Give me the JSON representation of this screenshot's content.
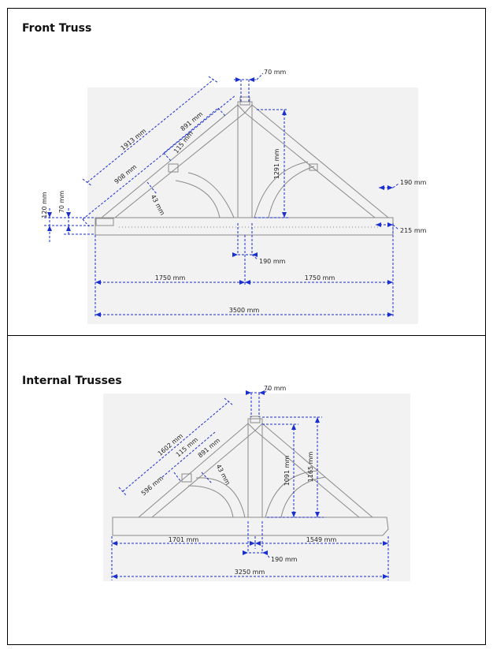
{
  "colors": {
    "dimension": "#1a2fd0",
    "timber": "#8a8a8a",
    "background_shade": "#f2f2f2",
    "text": "#222222"
  },
  "front": {
    "title": "Front Truss",
    "dims": {
      "d70": "70 mm",
      "d1913": "1913 mm",
      "d891": "891 mm",
      "d115": "115 mm",
      "d908": "908 mm",
      "d43": "43 mm",
      "d1291": "1291 mm",
      "d120": "120 mm",
      "d70l": "70 mm",
      "d190r": "190 mm",
      "d215": "215 mm",
      "d190b": "190 mm",
      "d1750l": "1750 mm",
      "d1750r": "1750 mm",
      "d3500": "3500 mm"
    }
  },
  "internal": {
    "title": "Internal Trusses",
    "dims": {
      "d70": "70 mm",
      "d1602": "1602 mm",
      "d115": "115 mm",
      "d891": "891 mm",
      "d596": "596 mm",
      "d43": "43 mm",
      "d1091": "1091 mm",
      "d1165": "1165 mm",
      "d1701": "1701 mm",
      "d1549": "1549 mm",
      "d190": "190 mm",
      "d3250": "3250 mm"
    }
  }
}
